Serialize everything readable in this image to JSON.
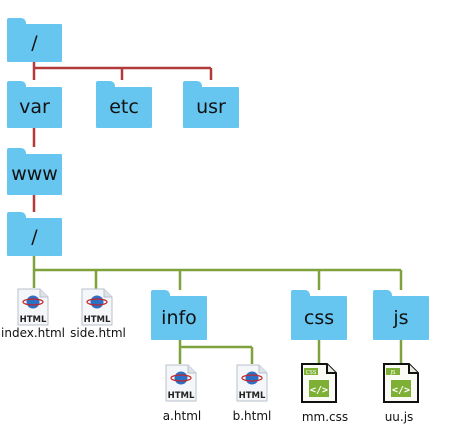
{
  "colors": {
    "folder": "#66c6ef",
    "connector_top": "#b33a3a",
    "connector_bottom": "#7fa23c",
    "html_badge": "#2d6fc4",
    "code_badge": "#7fb036"
  },
  "folders": {
    "root": "/",
    "var": "var",
    "etc": "etc",
    "usr": "usr",
    "www": "www",
    "www_root": "/",
    "info": "info",
    "css": "css",
    "js": "js"
  },
  "files": {
    "index": {
      "label": "index.html",
      "icon": "html-file-icon",
      "badge": "HTML"
    },
    "side": {
      "label": "side.html",
      "icon": "html-file-icon",
      "badge": "HTML"
    },
    "a": {
      "label": "a.html",
      "icon": "html-file-icon",
      "badge": "HTML"
    },
    "b": {
      "label": "b.html",
      "icon": "html-file-icon",
      "badge": "HTML"
    },
    "mm": {
      "label": "mm.css",
      "icon": "css-file-icon",
      "badge": "CSS"
    },
    "uu": {
      "label": "uu.js",
      "icon": "js-file-icon",
      "badge": "JS"
    }
  }
}
